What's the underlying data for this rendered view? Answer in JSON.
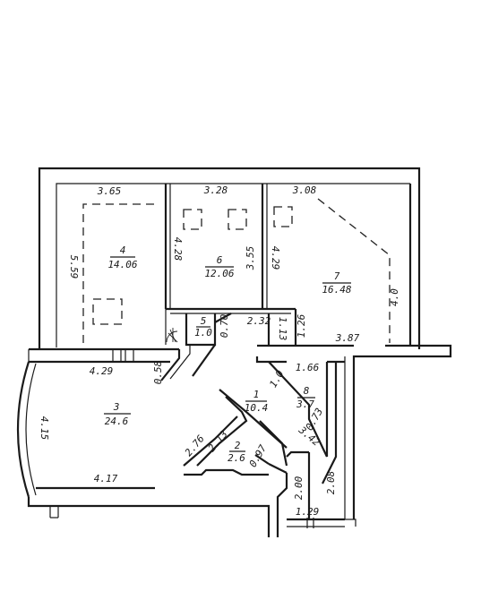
{
  "rooms": [
    {
      "id": "4",
      "number": "4",
      "area": "14.06"
    },
    {
      "id": "6",
      "number": "6",
      "area": "12.06"
    },
    {
      "id": "7",
      "number": "7",
      "area": "16.48"
    },
    {
      "id": "5",
      "number": "5",
      "area": "1.0"
    },
    {
      "id": "3",
      "number": "3",
      "area": "24.6"
    },
    {
      "id": "1",
      "number": "1",
      "area": "10.4"
    },
    {
      "id": "8",
      "number": "8",
      "area": "3.7"
    },
    {
      "id": "2",
      "number": "2",
      "area": "2.6"
    }
  ],
  "dimensions": {
    "d_365": "3.65",
    "d_328": "3.28",
    "d_308": "3.08",
    "d_559": "5.59",
    "d_428": "4.28",
    "d_355": "3.55",
    "d_429v": "4.29",
    "d_40": "4.0",
    "d_232": "2.32",
    "d_113": "1.13",
    "d_126": "1.26",
    "d_387": "3.87",
    "d_10small": "1.0",
    "d_070": "0.70",
    "d_429h": "4.29",
    "d_058": "0.58",
    "d_415": "4.15",
    "d_417": "4.17",
    "d_166": "1.66",
    "d_10b": "1.0",
    "d_073": "0.73",
    "d_342": "3.42",
    "d_276": "2.76",
    "d_213": "2.13",
    "d_097": "0.97",
    "d_200": "2.00",
    "d_208": "2.08",
    "d_129": "1.29"
  }
}
